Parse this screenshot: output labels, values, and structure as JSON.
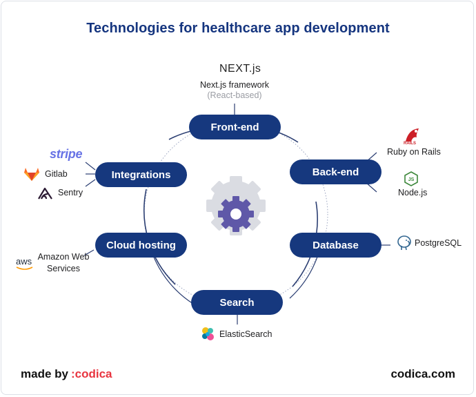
{
  "title": "Technologies for healthcare app development",
  "categories": {
    "frontend": "Front-end",
    "backend": "Back-end",
    "database": "Database",
    "search": "Search",
    "cloud": "Cloud hosting",
    "integrations": "Integrations"
  },
  "technologies": {
    "nextjs_logo": "NEXT.js",
    "nextjs": "Next.js framework",
    "nextjs_note": "(React-based)",
    "rails_logo": "RAILS",
    "rails": "Ruby on Rails",
    "nodejs": "Node.js",
    "postgresql": "PostgreSQL",
    "elasticsearch": "ElasticSearch",
    "aws_logo": "aws",
    "aws_line1": "Amazon Web",
    "aws_line2": "Services",
    "stripe": "stripe",
    "gitlab": "Gitlab",
    "sentry": "Sentry"
  },
  "footer": {
    "made_by": "made by",
    "brand": ":codica",
    "site": "codica.com"
  },
  "colors": {
    "navy": "#16387e",
    "title": "#15357f",
    "brand_red": "#e8343f",
    "gear_gray": "#dadce2",
    "gear_purple": "#5f58a8"
  }
}
